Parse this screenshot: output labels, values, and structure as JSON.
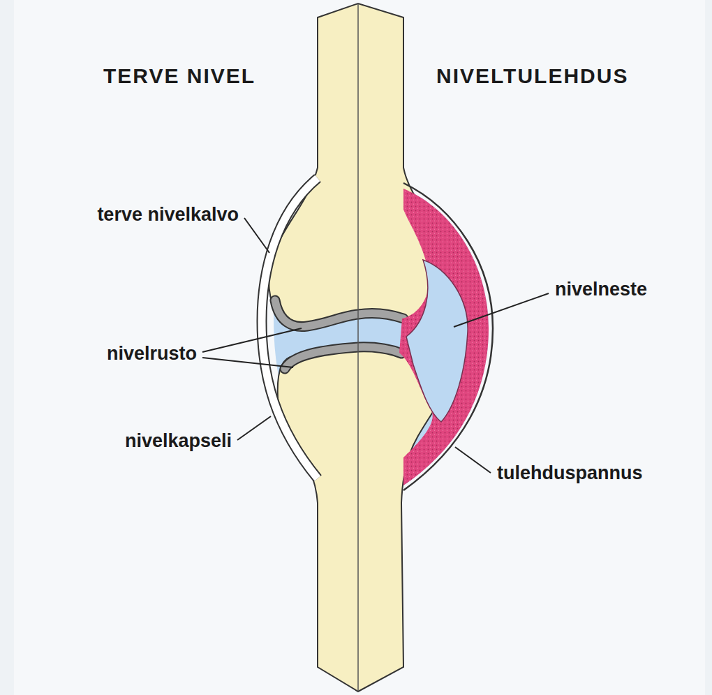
{
  "diagram": {
    "labels": [
      "TERVE NIVEL",
      "NIVELTULEHDUS",
      "terve nivelkalvo",
      "nivelrusto",
      "nivelkapseli",
      "nivelneste",
      "tulehduspannus"
    ]
  }
}
